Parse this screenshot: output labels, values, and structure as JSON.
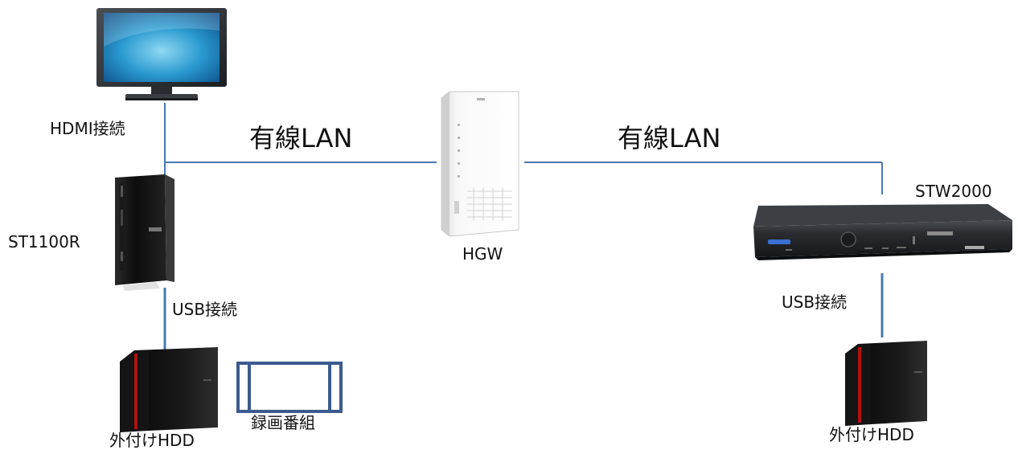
{
  "labels": {
    "hdmi": "HDMI接続",
    "lan_left": "有線LAN",
    "lan_right": "有線LAN",
    "st1100r": "ST1100R",
    "hgw": "HGW",
    "stw2000": "STW2000",
    "usb_left": "USB接続",
    "usb_right": "USB接続",
    "hdd_left": "外付けHDD",
    "hdd_right": "外付けHDD",
    "recording": "録画番組"
  },
  "colors": {
    "line": "#4a78b0",
    "recording_box": "#3b5b8e"
  }
}
